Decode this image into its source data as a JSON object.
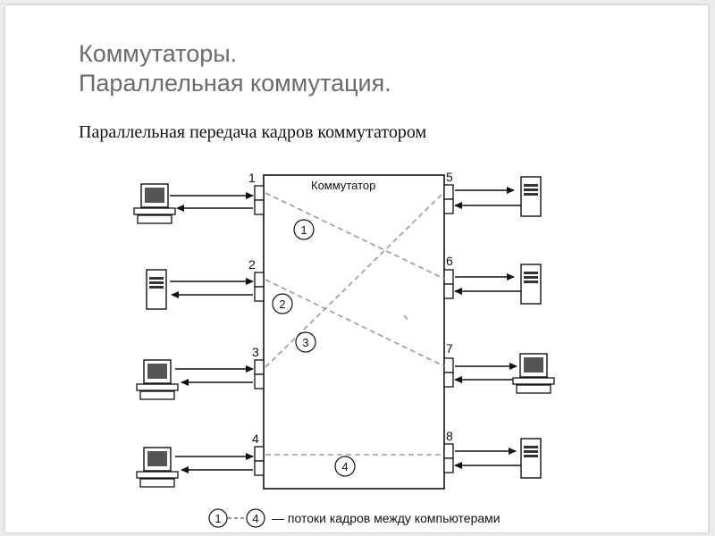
{
  "slide": {
    "title_line1": "Коммутаторы.",
    "title_line2": "Параллельная коммутация.",
    "subtitle": "Параллельная передача кадров коммутатором"
  },
  "diagram": {
    "switch_label": "Коммутатор",
    "ports": [
      "1",
      "2",
      "3",
      "4",
      "5",
      "6",
      "7",
      "8"
    ],
    "flows": [
      "1",
      "2",
      "3",
      "4"
    ],
    "legend": {
      "from": "1",
      "to": "4",
      "text": "— потоки кадров между компьютерами"
    },
    "devices": {
      "port1": "computer-icon",
      "port2": "server-icon",
      "port3": "computer-icon",
      "port4": "computer-icon",
      "port5": "server-icon",
      "port6": "server-icon",
      "port7": "computer-icon",
      "port8": "server-icon"
    }
  }
}
